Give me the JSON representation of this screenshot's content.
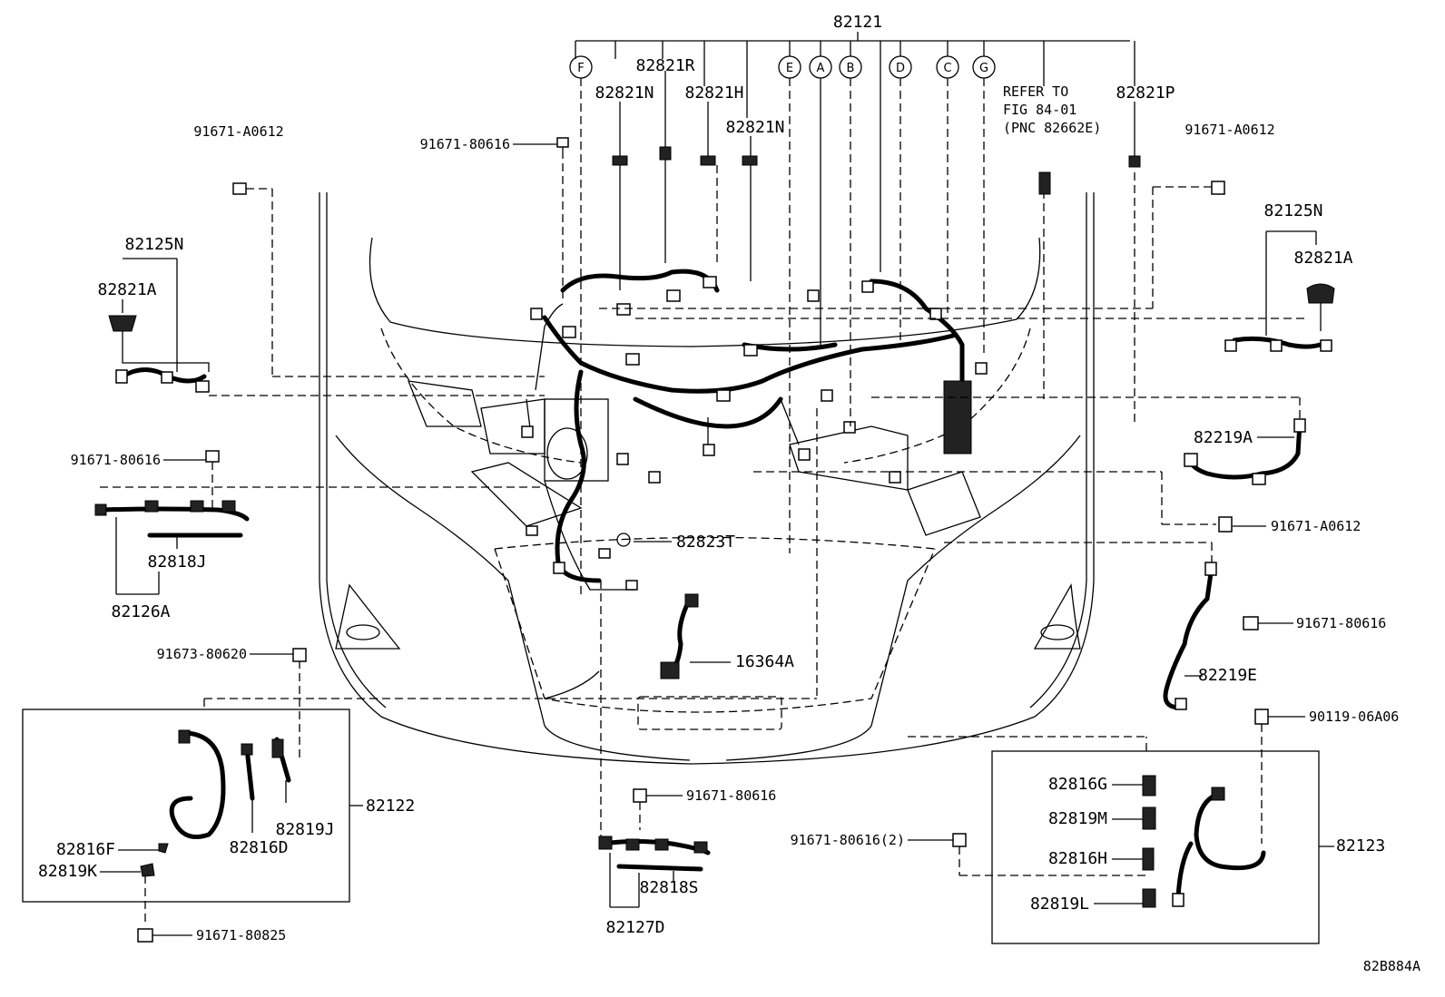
{
  "diagram": {
    "labels": {
      "main_harness": "82121",
      "p82821R": "82821R",
      "p82821N_a": "82821N",
      "p82821H": "82821H",
      "p82821N_b": "82821N",
      "p82821P": "82821P",
      "refer_1": "REFER TO",
      "refer_2": "FIG 84-01",
      "refer_3": "(PNC 82662E)",
      "bolt_left_top": "91671-A0612",
      "bolt_top_center": "91671-80616",
      "bolt_right_top": "91671-A0612",
      "p82125N_left": "82125N",
      "p82821A_left": "82821A",
      "p82125N_right": "82125N",
      "p82821A_right": "82821A",
      "bolt_left_mid": "91671-80616",
      "p82818J": "82818J",
      "p82126A": "82126A",
      "p82823T": "82823T",
      "p82219A": "82219A",
      "bolt_right_mid": "91671-A0612",
      "bolt_right_lower": "91671-80616",
      "p82219E": "82219E",
      "bolt_left_lower": "91673-80620",
      "p16364A": "16364A",
      "bolt_right_bottom": "90119-06A06",
      "p82122": "82122",
      "p82816F": "82816F",
      "p82819K": "82819K",
      "p82816D": "82816D",
      "p82819J": "82819J",
      "bolt_bottom_left": "91671-80825",
      "bolt_bottom_center": "91671-80616",
      "p82818S": "82818S",
      "p82127D": "82127D",
      "bolt_bottom_center2": "91671-80616(2)",
      "p82816G": "82816G",
      "p82819M": "82819M",
      "p82816H": "82816H",
      "p82819L": "82819L",
      "p82123": "82123",
      "figure_code": "82B884A"
    },
    "callouts": [
      "F",
      "E",
      "A",
      "B",
      "D",
      "C",
      "G"
    ]
  }
}
